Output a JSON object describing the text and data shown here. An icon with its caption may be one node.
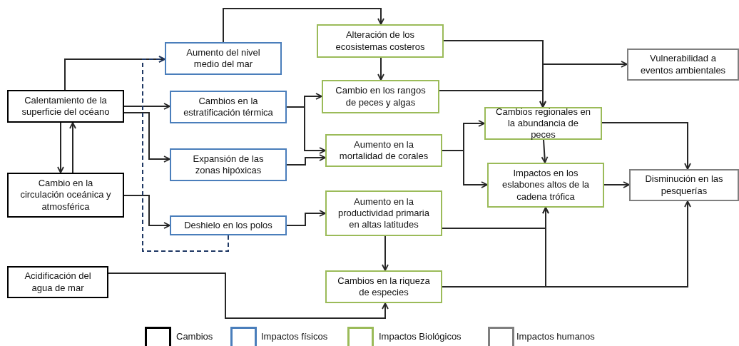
{
  "diagram": {
    "nodes": [
      {
        "text": [
          "Calentamiento de la superficie del océano"
        ]
      },
      {
        "text": [
          "Cambio en la circulación oceánica y atmosférica"
        ]
      },
      {
        "text": [
          "Acidificación del agua de mar"
        ]
      },
      {
        "text": [
          "Aumento del nivel medio del mar"
        ]
      },
      {
        "text": [
          "Cambios en la estratificación térmica"
        ]
      },
      {
        "text": [
          "Expansión de las zonas hipóxicas"
        ]
      },
      {
        "text": [
          "Deshielo en los polos"
        ]
      },
      {
        "text": [
          "Alteración de los ecosistemas costeros"
        ]
      },
      {
        "text": [
          "Cambio en los rangos de peces y algas"
        ]
      },
      {
        "text": [
          "Aumento en la mortalidad de corales"
        ]
      },
      {
        "text": [
          "Aumento en la productividad primaria en altas latitudes"
        ]
      },
      {
        "text": [
          "Cambios en la riqueza de especies"
        ]
      },
      {
        "text": [
          "Cambios regionales en la abundancia de peces"
        ]
      },
      {
        "text": [
          "Impactos en los eslabones altos de la cadena trófica"
        ]
      },
      {
        "text": [
          "Vulnerabilidad a eventos ambientales"
        ]
      },
      {
        "text": [
          "Disminución en las pesquerías"
        ]
      }
    ],
    "edges": [
      {
        "from": 0,
        "to": 3,
        "arrow": "to"
      },
      {
        "from": 0,
        "to": 4,
        "arrow": "to"
      },
      {
        "from": 0,
        "to": 5,
        "arrow": "to"
      },
      {
        "from": 1,
        "to": 6,
        "arrow": "to"
      },
      {
        "from": 0,
        "to": 1,
        "arrow": "to"
      },
      {
        "from": 1,
        "to": 0,
        "arrow": "to"
      },
      {
        "from": 6,
        "to": 3,
        "arrow": "to",
        "style": "dashed",
        "color": "#1f3864"
      },
      {
        "from": 3,
        "to": 7,
        "arrow": "to"
      },
      {
        "from": 4,
        "to": 8,
        "arrow": "to"
      },
      {
        "from": 4,
        "to": 9,
        "arrow": "to"
      },
      {
        "from": 5,
        "to": 9,
        "arrow": "to"
      },
      {
        "from": 6,
        "to": 10,
        "arrow": "to"
      },
      {
        "from": 7,
        "to": 8,
        "arrow": "to"
      },
      {
        "from": 7,
        "to": 12,
        "arrow": "to"
      },
      {
        "from": 8,
        "to": 12,
        "arrow": "to"
      },
      {
        "from": 7,
        "to": 14,
        "arrow": "to"
      },
      {
        "from": 9,
        "to": 12,
        "arrow": "to"
      },
      {
        "from": 9,
        "to": 13,
        "arrow": "to"
      },
      {
        "from": 10,
        "to": 11,
        "arrow": "to"
      },
      {
        "from": 10,
        "to": 13,
        "arrow": "to"
      },
      {
        "from": 11,
        "to": 13,
        "arrow": "to"
      },
      {
        "from": 11,
        "to": 15,
        "arrow": "to"
      },
      {
        "from": 12,
        "to": 13,
        "arrow": "to"
      },
      {
        "from": 12,
        "to": 15,
        "arrow": "to"
      },
      {
        "from": 13,
        "to": 15,
        "arrow": "to"
      },
      {
        "from": 2,
        "to": 11,
        "arrow": "to"
      }
    ],
    "legend": [
      {
        "text": "Cambios",
        "color": "#000000"
      },
      {
        "text": "Impactos físicos",
        "color": "#4a7ebb"
      },
      {
        "text": "Impactos Biológicos",
        "color": "#9bbb59"
      },
      {
        "text": "Impactos humanos",
        "color": "#7f7f7f"
      }
    ]
  }
}
